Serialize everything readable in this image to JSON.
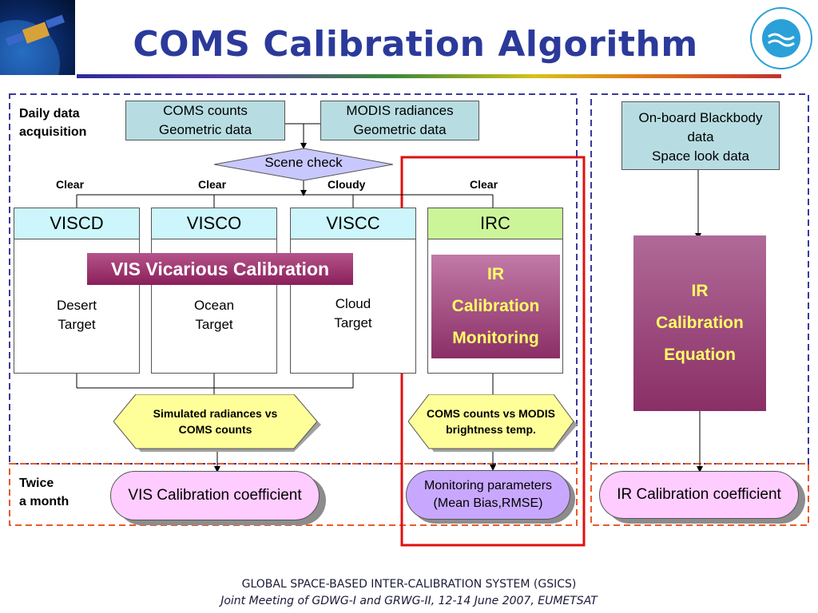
{
  "title": "COMS Calibration Algorithm",
  "left_panel": {
    "daily_label_1": "Daily data",
    "daily_label_2": "acquisition",
    "twice_label_1": "Twice",
    "twice_label_2": "a month"
  },
  "inputs": {
    "coms_1": "COMS counts",
    "coms_2": "Geometric data",
    "modis_1": "MODIS radiances",
    "modis_2": "Geometric data"
  },
  "scene_check": "Scene check",
  "branch_labels": [
    "Clear",
    "Clear",
    "Cloudy",
    "Clear"
  ],
  "columns": [
    {
      "header": "VISCD",
      "line1": "Desert",
      "line2": "Target"
    },
    {
      "header": "VISCO",
      "line1": "Ocean",
      "line2": "Target"
    },
    {
      "header": "VISCC",
      "line1": "Cloud",
      "line2": "Target"
    },
    {
      "header": "IRC"
    }
  ],
  "vis_vicarious": "VIS Vicarious Calibration",
  "ir_monitoring": [
    "IR",
    "Calibration",
    "Monitoring"
  ],
  "hex_vis_1": "Simulated radiances vs",
  "hex_vis_2": "COMS counts",
  "hex_ir_1": "COMS counts vs MODIS",
  "hex_ir_2": "brightness temp.",
  "vis_coeff": "VIS Calibration coefficient",
  "monitoring_1": "Monitoring parameters",
  "monitoring_2": "(Mean Bias,RMSE)",
  "right_panel": {
    "onboard_1": "On-board Blackbody",
    "onboard_2": "data",
    "onboard_3": "Space look data",
    "equation": [
      "IR",
      "Calibration",
      "Equation"
    ],
    "ir_coeff": "IR Calibration coefficient"
  },
  "footer_1": "GLOBAL SPACE-BASED INTER-CALIBRATION SYSTEM (GSICS)",
  "footer_2": "Joint Meeting of GDWG-I and GRWG-II, 12-14 June 2007, EUMETSAT",
  "colors": {
    "title": "#2b3a9a",
    "teal": "#b7dde2",
    "header_cyan": "#ccf6fb",
    "header_green": "#ccf59a",
    "purple": "#9a2f6b",
    "magenta_box": "#b5548a",
    "hex_yellow": "#ffff99",
    "pill_pink": "#ffccff",
    "pill_lavender": "#c8a8ff",
    "dashed_blue": "#3a3a9a",
    "dashed_orange": "#e85a2a",
    "red_frame": "#e01010"
  }
}
